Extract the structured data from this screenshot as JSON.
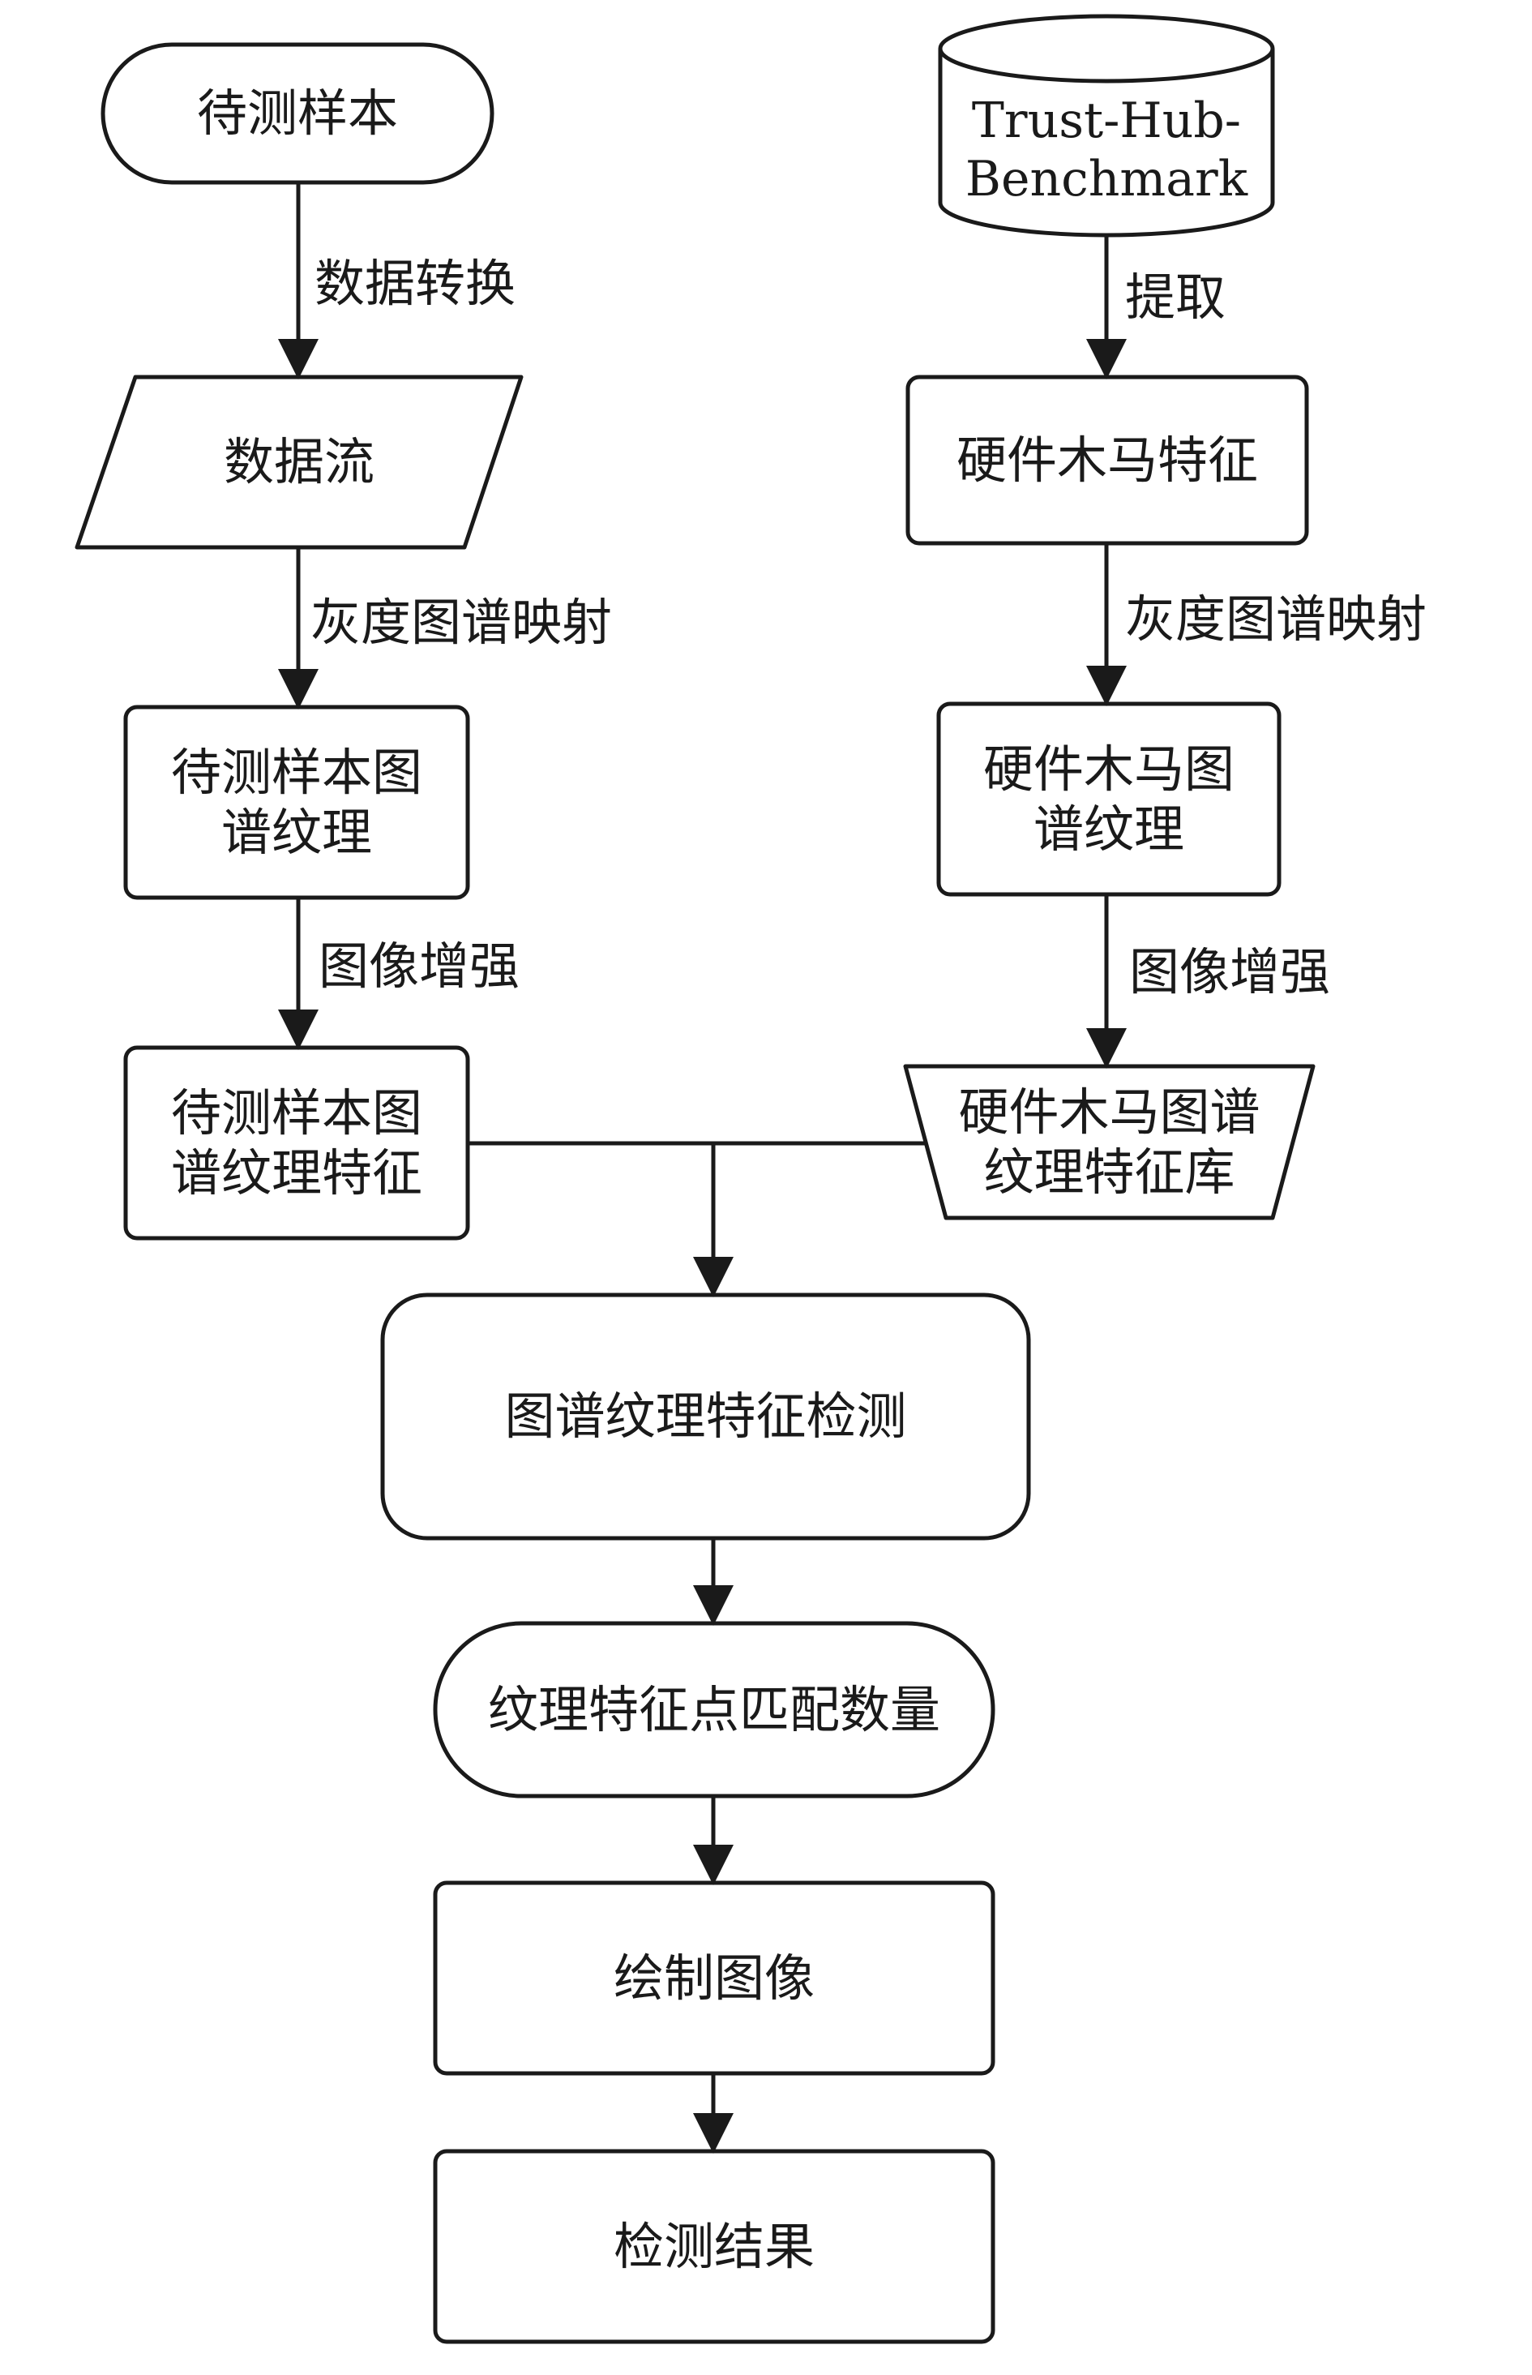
{
  "nodes": {
    "sample": "待测样本",
    "benchmark": "Trust-Hub-\nBenchmark",
    "data_flow": "数据流",
    "trojan_feature": "硬件木马特征",
    "sample_texture": "待测样本图\n谱纹理",
    "trojan_texture": "硬件木马图\n谱纹理",
    "sample_texture_feature": "待测样本图\n谱纹理特征",
    "trojan_feature_db": "硬件木马图谱\n纹理特征库",
    "detection": "图谱纹理特征检测",
    "match_count": "纹理特征点匹配数量",
    "draw_image": "绘制图像",
    "result": "检测结果"
  },
  "edges": {
    "data_convert": "数据转换",
    "gray_map_left": "灰度图谱映射",
    "extract": "提取",
    "gray_map_right": "灰度图谱映射",
    "enhance_left": "图像增强",
    "enhance_right": "图像增强"
  }
}
